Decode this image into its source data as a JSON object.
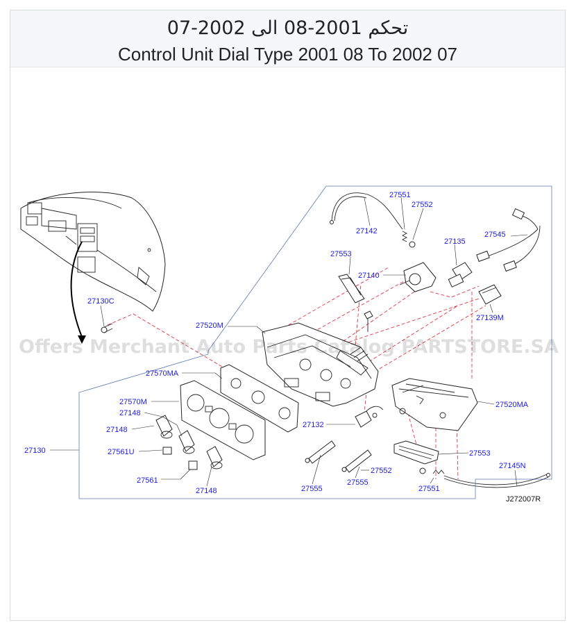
{
  "header": {
    "title_ar": "تحكم 2001-08 الى 2002-07",
    "title_en": "Control Unit Dial Type 2001 08 To 2002 07"
  },
  "watermark": "Offers Merchant Auto Parts Catalog PARTSTORE.SA",
  "diagram_code": "J272007R",
  "parts": {
    "p27551_top": "27551",
    "p27552_top": "27552",
    "p27142": "27142",
    "p27545": "27545",
    "p27553_top": "27553",
    "p27140": "27140",
    "p27135": "27135",
    "p27130C": "27130C",
    "p27139M": "27139M",
    "p27520M": "27520M",
    "p27570MA": "27570MA",
    "p27570M": "27570M",
    "p27148_a": "27148",
    "p27148_b": "27148",
    "p27520MA": "27520MA",
    "p27130": "27130",
    "p27561U": "27561U",
    "p27132": "27132",
    "p27553_bot": "27553",
    "p27561": "27561",
    "p27552_bot": "27552",
    "p27145N": "27145N",
    "p27148_c": "27148",
    "p27555_a": "27555",
    "p27555_b": "27555",
    "p27551_bot": "27551"
  },
  "colors": {
    "label": "#1a1ae0",
    "dashed_guides": "#e0202a",
    "group_outline": "#5a7ab8",
    "header_bg": "#f6f7f9"
  }
}
